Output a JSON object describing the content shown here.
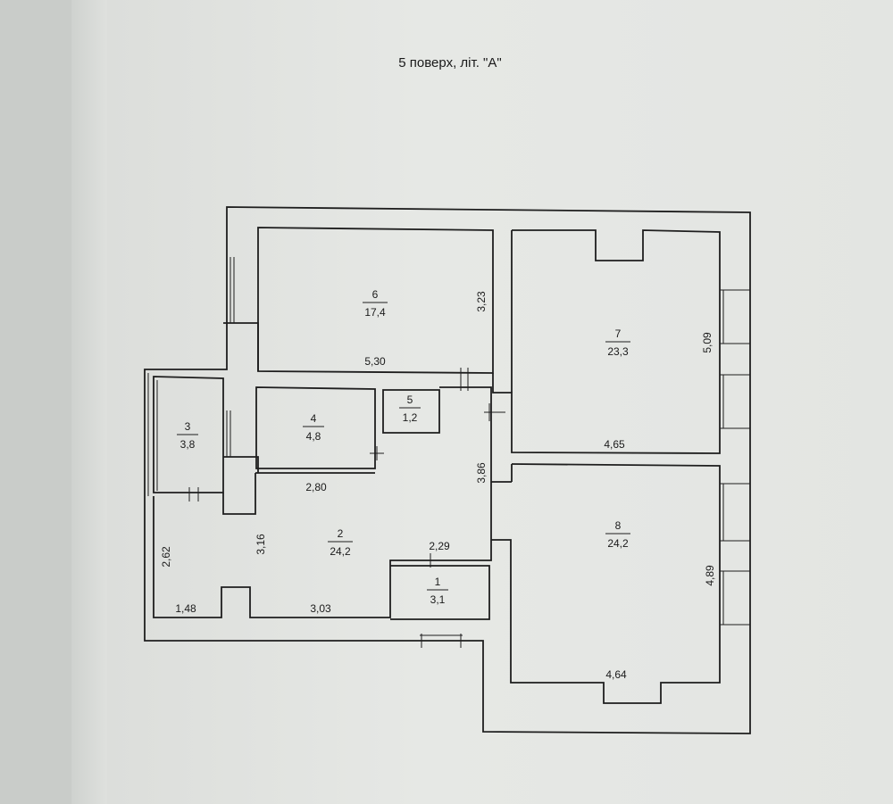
{
  "title": "5 поверх, літ. \"А\"",
  "rooms": [
    {
      "number": "6",
      "area": "17,4"
    },
    {
      "number": "7",
      "area": "23,3"
    },
    {
      "number": "3",
      "area": "3,8"
    },
    {
      "number": "4",
      "area": "4,8"
    },
    {
      "number": "5",
      "area": "1,2"
    },
    {
      "number": "2",
      "area": "24,2"
    },
    {
      "number": "1",
      "area": "3,1"
    },
    {
      "number": "8",
      "area": "24,2"
    }
  ],
  "dimensions": [
    "3,23",
    "5,30",
    "5,09",
    "4,65",
    "2,80",
    "3,86",
    "2,62",
    "3,16",
    "2,29",
    "1,48",
    "3,03",
    "4,89",
    "4,64"
  ]
}
